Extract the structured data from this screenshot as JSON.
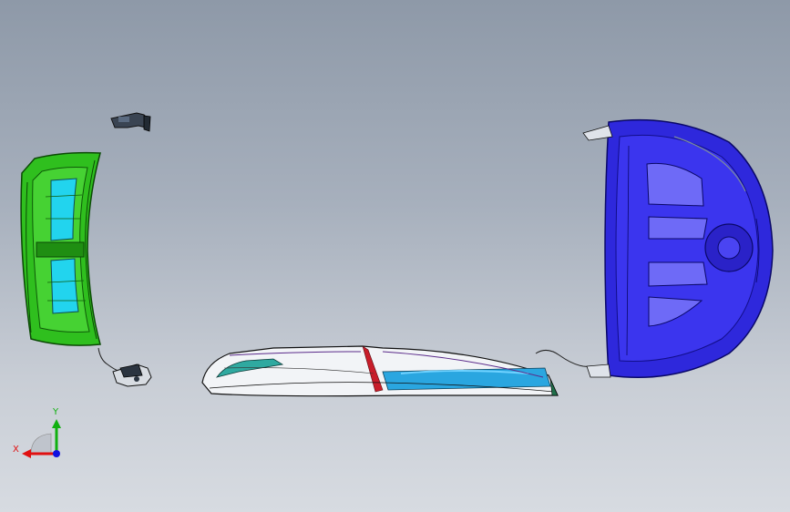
{
  "viewport": {
    "background_top": "#8e99a8",
    "background_bottom": "#d7dbe1"
  },
  "parts": [
    {
      "name": "green-hood-panel",
      "color": "#2fbf1e",
      "accent": "#1ec8e6"
    },
    {
      "name": "blue-hood-inner-panel",
      "color": "#2a24d8",
      "accent": "#1a148f"
    },
    {
      "name": "flat-hood-side-view",
      "color": "#ffffff",
      "accent": "#2aa6e0"
    },
    {
      "name": "hinge-bracket-top",
      "color": "#2b3440"
    },
    {
      "name": "hinge-bracket-bottom",
      "color": "#2b3440"
    }
  ],
  "triad": {
    "x_label": "X",
    "y_label": "Y",
    "x_color": "#e01010",
    "y_color": "#10b010",
    "z_color": "#1010e0"
  }
}
